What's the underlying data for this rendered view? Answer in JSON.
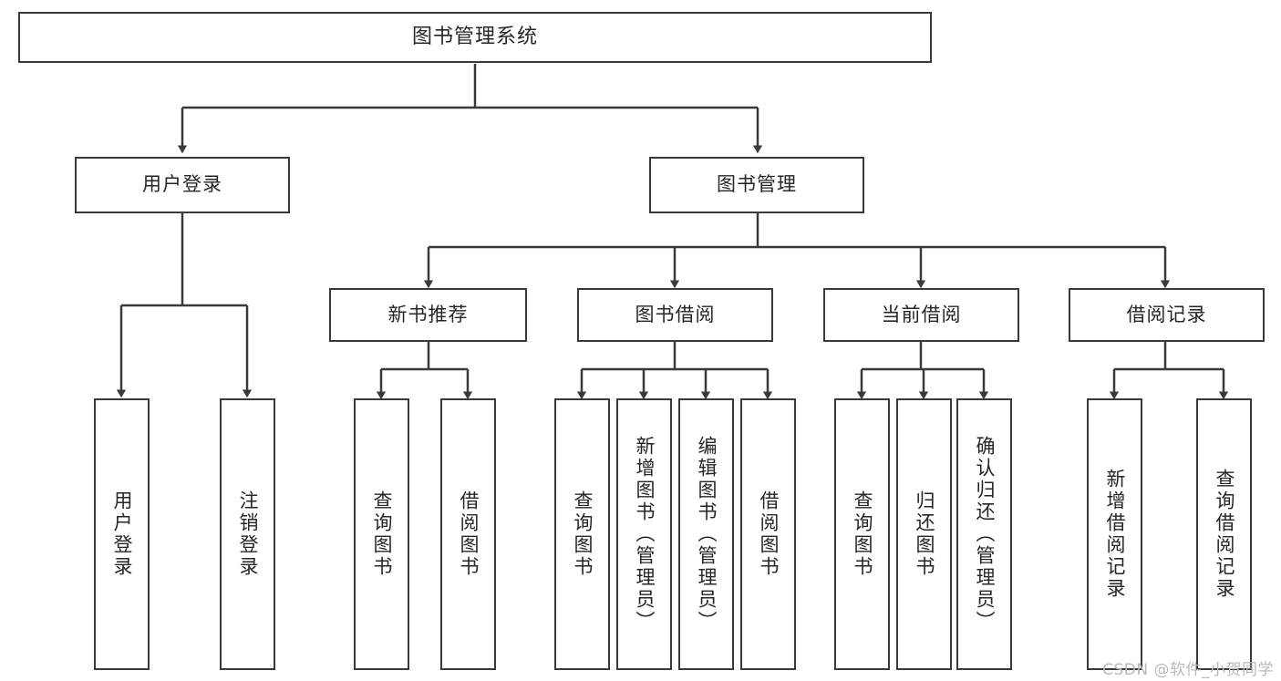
{
  "diagram": {
    "title": "图书管理系统",
    "type": "tree-hierarchy",
    "stroke_color": "#3a3a3a",
    "text_color": "#262626",
    "background_color": "#ffffff"
  },
  "root": {
    "label": "图书管理系统"
  },
  "level2": [
    {
      "label": "用户登录"
    },
    {
      "label": "图书管理"
    }
  ],
  "level3": [
    {
      "label": "新书推荐"
    },
    {
      "label": "图书借阅"
    },
    {
      "label": "当前借阅"
    },
    {
      "label": "借阅记录"
    }
  ],
  "leaves": {
    "user_login": [
      {
        "label": "用户登录"
      },
      {
        "label": "注销登录"
      }
    ],
    "new_book_recommend": [
      {
        "label": "查询图书"
      },
      {
        "label": "借阅图书"
      }
    ],
    "book_borrow": [
      {
        "label": "查询图书"
      },
      {
        "label": "新增图书（管理员）"
      },
      {
        "label": "编辑图书（管理员）"
      },
      {
        "label": "借阅图书"
      }
    ],
    "current_borrow": [
      {
        "label": "查询图书"
      },
      {
        "label": "归还图书"
      },
      {
        "label": "确认归还（管理员）"
      }
    ],
    "borrow_record": [
      {
        "label": "新增借阅记录"
      },
      {
        "label": "查询借阅记录"
      }
    ]
  },
  "watermark": {
    "text": "CSDN @软件_小贺同学"
  }
}
